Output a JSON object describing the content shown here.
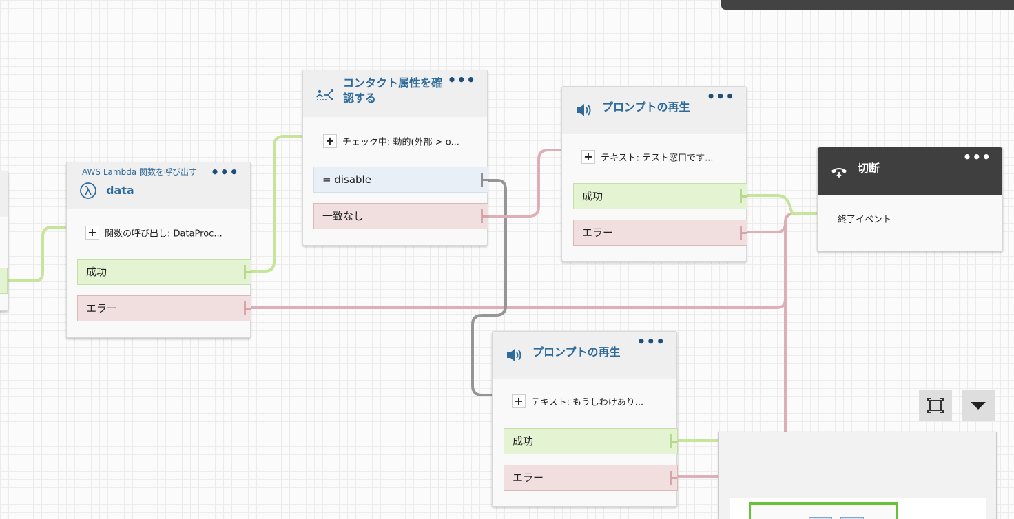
{
  "colors": {
    "success_wire": "#c6e49a",
    "error_wire": "#dcb0b6",
    "neutral_wire": "#959595",
    "title_blue": "#2f6b9a"
  },
  "blocks": {
    "lambda": {
      "type_label": "AWS Lambda 関数を呼び出す",
      "title": "data",
      "icon": "lambda-icon",
      "param": "関数の呼び出し: DataProc...",
      "branches": {
        "success": "成功",
        "error": "エラー"
      }
    },
    "check_attributes": {
      "title_line1": "コンタクト属性を確",
      "title_line2": "認する",
      "icon": "branch-icon",
      "param": "チェック中: 動的(外部 > o...",
      "branches": {
        "condition": "= disable",
        "no_match": "一致なし"
      }
    },
    "prompt_top": {
      "title": "プロンプトの再生",
      "icon": "speaker-icon",
      "param": "テキスト: テスト窓口です...",
      "branches": {
        "success": "成功",
        "error": "エラー"
      }
    },
    "disconnect": {
      "title": "切断",
      "icon": "hangup-icon",
      "param": "終了イベント"
    },
    "prompt_bottom": {
      "title": "プロンプトの再生",
      "icon": "speaker-icon",
      "param": "テキスト: もうしわけあり...",
      "branches": {
        "success": "成功",
        "error": "エラー"
      }
    }
  },
  "menu_dots": "•••",
  "plus": "+",
  "toolbar": {
    "fit_icon": "fit-to-screen-icon",
    "collapse_icon": "chevron-down-icon"
  }
}
